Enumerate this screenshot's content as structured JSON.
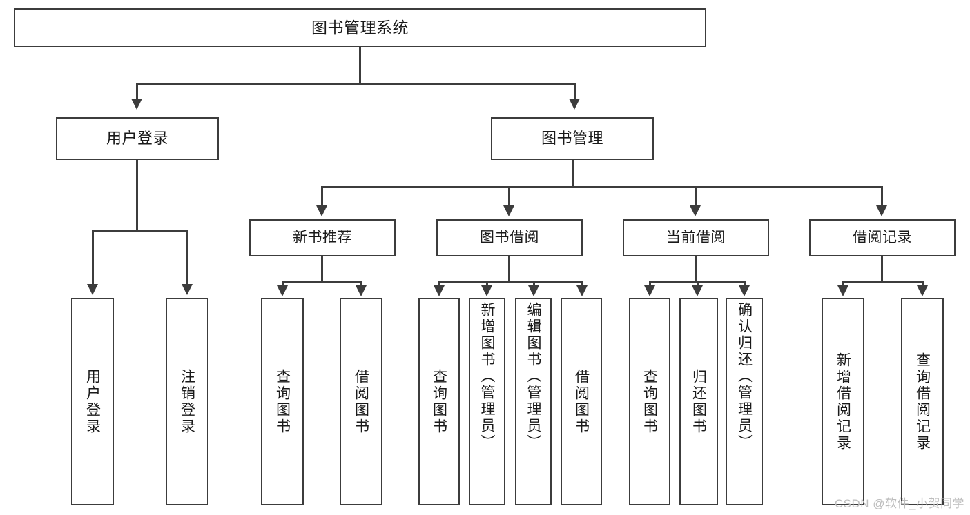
{
  "diagram": {
    "title": "图书管理系统",
    "type": "hierarchy-tree",
    "watermark": "CSDN @软件_小贺同学",
    "colors": {
      "background": "#ffffff",
      "stroke": "#3c3c3c",
      "text": "#1a1a1a",
      "watermark": "#bdbdbd"
    },
    "root": {
      "label": "图书管理系统"
    },
    "level1": [
      {
        "label": "用户登录"
      },
      {
        "label": "图书管理"
      }
    ],
    "level2": [
      {
        "label": "新书推荐"
      },
      {
        "label": "图书借阅"
      },
      {
        "label": "当前借阅"
      },
      {
        "label": "借阅记录"
      }
    ],
    "leaves": {
      "user_login": [
        {
          "label": "用户登录"
        },
        {
          "label": "注销登录"
        }
      ],
      "new_book_recommend": [
        {
          "label": "查询图书"
        },
        {
          "label": "借阅图书"
        }
      ],
      "book_borrow": [
        {
          "label": "查询图书"
        },
        {
          "label": "新增图书（管理员）"
        },
        {
          "label": "编辑图书（管理员）"
        },
        {
          "label": "借阅图书"
        }
      ],
      "current_borrow": [
        {
          "label": "查询图书"
        },
        {
          "label": "归还图书"
        },
        {
          "label": "确认归还（管理员）"
        }
      ],
      "borrow_record": [
        {
          "label": "新增借阅记录"
        },
        {
          "label": "查询借阅记录"
        }
      ]
    }
  }
}
